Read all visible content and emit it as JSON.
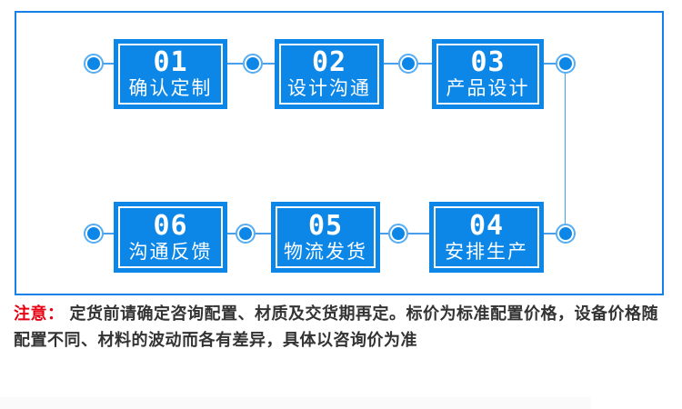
{
  "diagram": {
    "title_semantic": "customization-order-process-flow",
    "steps": [
      {
        "number": "01",
        "label": "确认定制"
      },
      {
        "number": "02",
        "label": "设计沟通"
      },
      {
        "number": "03",
        "label": "产品设计"
      },
      {
        "number": "04",
        "label": "安排生产"
      },
      {
        "number": "05",
        "label": "物流发货"
      },
      {
        "number": "06",
        "label": "沟通反馈"
      }
    ],
    "row1_order": [
      "01",
      "02",
      "03"
    ],
    "row2_order": [
      "06",
      "05",
      "04"
    ]
  },
  "note": {
    "label": "注意：",
    "text": "定货前请确定咨询配置、材质及交货期再定。标价为标准配置价格，设备价格随配置不同、材料的波动而各有差异，具体以咨询价为准"
  },
  "colors": {
    "box_blue": "#0c87e8",
    "frame_blue": "#1581e8",
    "line_blue": "#4a9fed",
    "node_ring_blue": "#57adf3",
    "accent_red": "#e60012",
    "note_text": "#333333"
  }
}
